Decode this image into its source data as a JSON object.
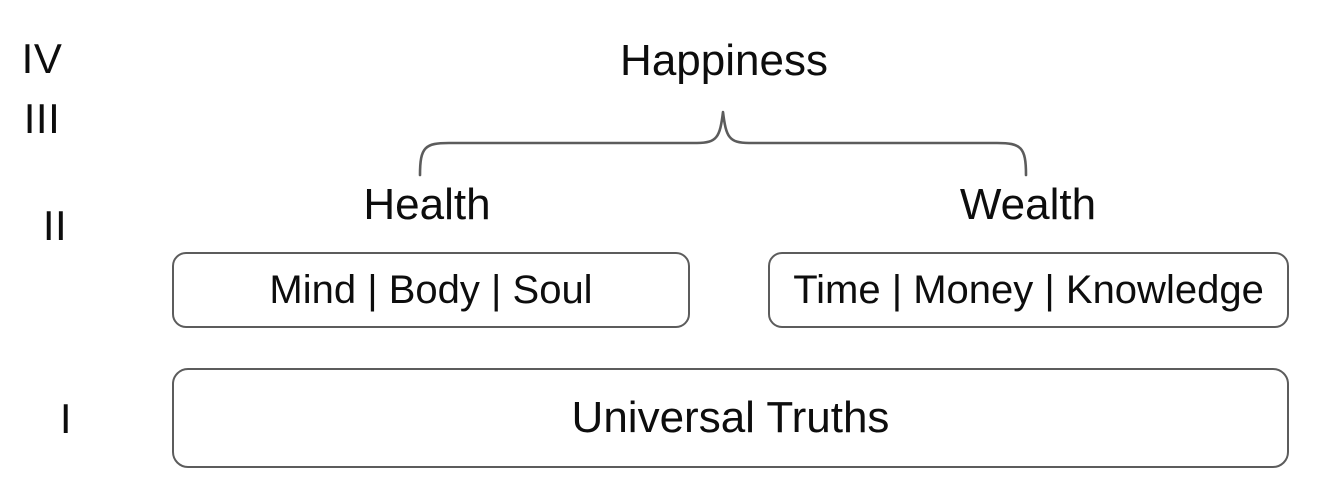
{
  "diagram": {
    "title": "Happiness",
    "background_color": "#ffffff",
    "text_color": "#0d0d0d",
    "box_border_color": "#5c5c5c",
    "tiers": [
      {
        "numeral": "IV",
        "name": "tier-iv"
      },
      {
        "numeral": "III",
        "name": "tier-iii"
      },
      {
        "numeral": "II",
        "name": "tier-ii"
      },
      {
        "numeral": "I",
        "name": "tier-i"
      }
    ],
    "root": {
      "label": "Happiness"
    },
    "connector": {
      "type": "curly-brace",
      "orientation": "down"
    },
    "branches": [
      {
        "label": "Health",
        "components": "Mind | Body | Soul"
      },
      {
        "label": "Wealth",
        "components": "Time | Money | Knowledge"
      }
    ],
    "foundation": {
      "label": "Universal Truths"
    }
  }
}
